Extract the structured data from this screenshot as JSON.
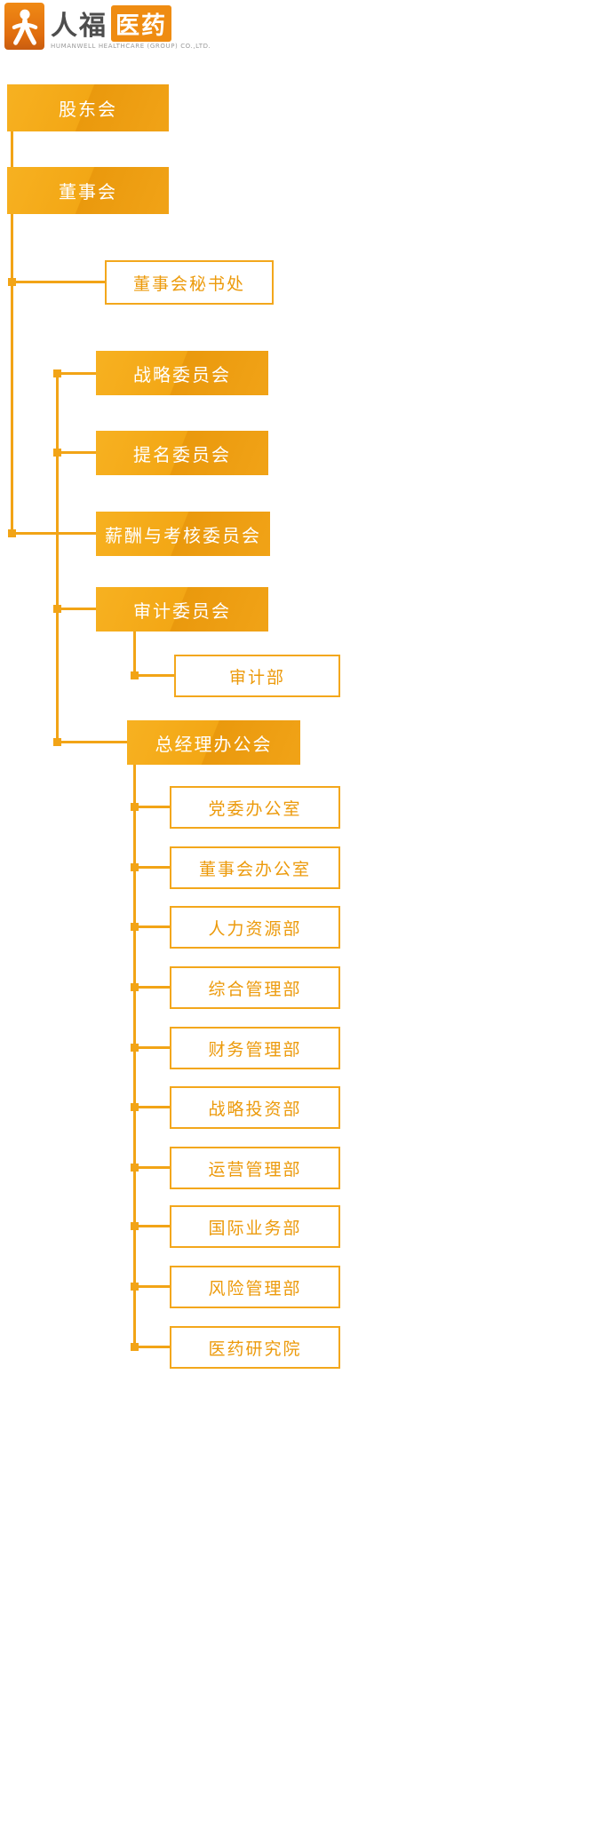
{
  "logo": {
    "name_dark": "人福",
    "name_highlight": "医药",
    "subtitle": "HUMANWELL HEALTHCARE (GROUP) CO.,LTD."
  },
  "colors": {
    "accent_orange": "#F2A416",
    "filled_box_light": "#F7B121",
    "filled_box_dark": "#EA990D",
    "outline_border": "#F3A71C",
    "outline_text": "#EC9A0B",
    "logo_orange": "#EF8C12"
  },
  "org": {
    "shareholders": "股东会",
    "board": "董事会",
    "board_secretariat": "董事会秘书处",
    "strategy_committee": "战略委员会",
    "nomination_committee": "提名委员会",
    "remuneration_committee": "薪酬与考核委员会",
    "audit_committee": "审计委员会",
    "audit_dept": "审计部",
    "gm_office": "总经理办公会",
    "departments": [
      "党委办公室",
      "董事会办公室",
      "人力资源部",
      "综合管理部",
      "财务管理部",
      "战略投资部",
      "运营管理部",
      "国际业务部",
      "风险管理部",
      "医药研究院"
    ]
  }
}
